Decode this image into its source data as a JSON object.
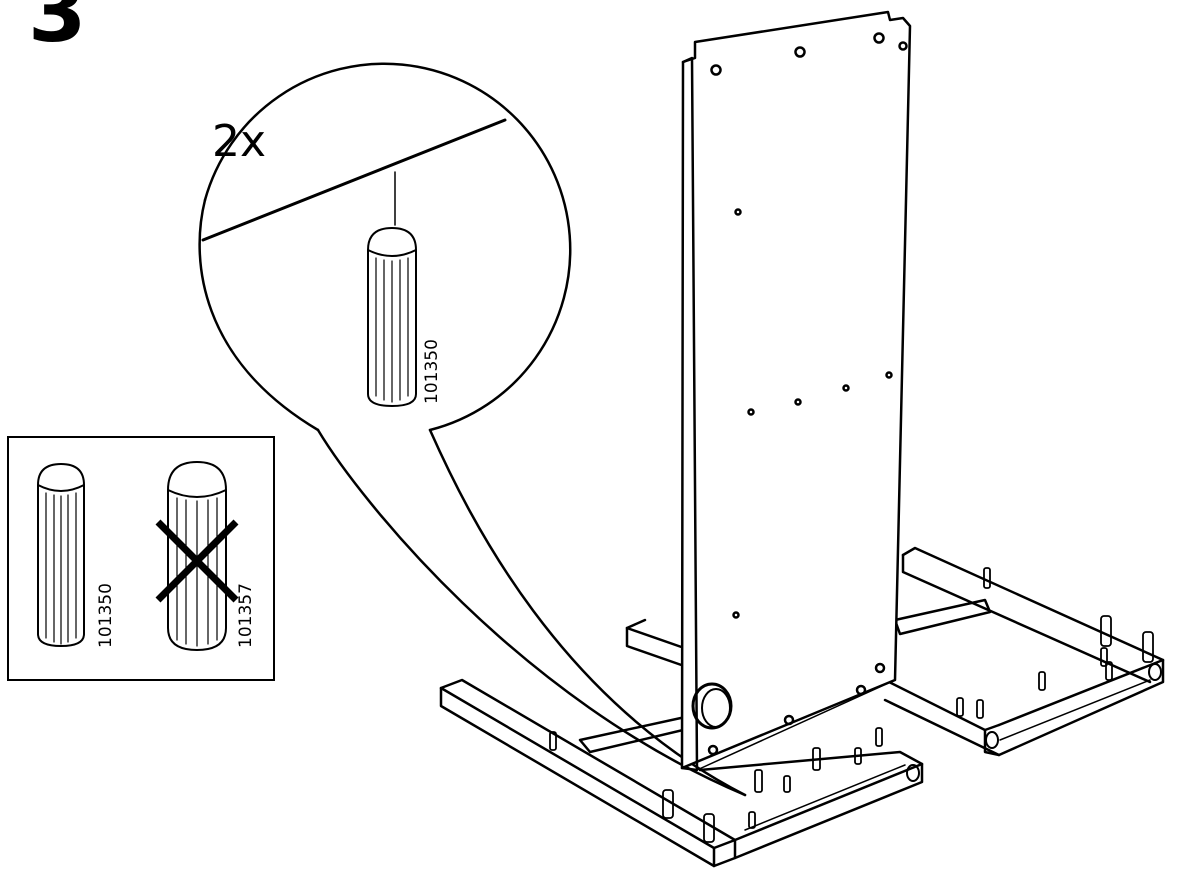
{
  "step_number": "3",
  "quantity": "2x",
  "parts": {
    "zoom_part": "101350",
    "correct_part": "101350",
    "wrong_part": "101357"
  },
  "colors": {
    "ink": "#000000",
    "paper": "#ffffff"
  }
}
